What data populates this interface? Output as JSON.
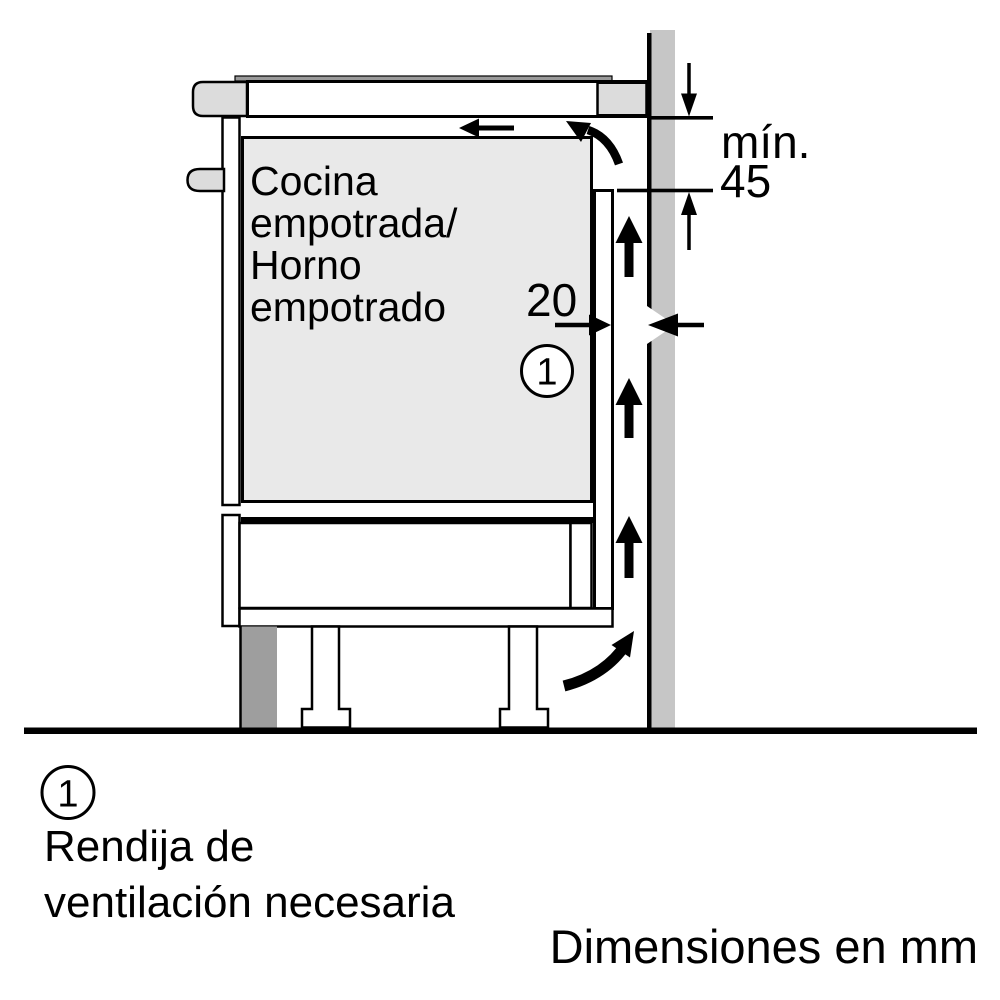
{
  "diagram": {
    "cabinet_label": {
      "lines": [
        "Cocina",
        "empotrada/",
        "Horno",
        "empotrado"
      ]
    },
    "dimensions": {
      "min_prefix": "mín.",
      "min_value": "45",
      "gap_value": "20"
    },
    "callout": {
      "number": "1"
    },
    "legend": {
      "number": "1",
      "line1": "Rendija de",
      "line2": "ventilación necesaria"
    },
    "footer": {
      "units_note": "Dimensiones en mm"
    },
    "colors": {
      "line": "#000000",
      "white": "#ffffff",
      "wall": "#c6c6c6",
      "panel_light": "#dcdcdc",
      "oven_fill": "#e9e9e9",
      "toe_kick": "#9e9e9e",
      "hob_strip": "#9a9a9a"
    }
  }
}
